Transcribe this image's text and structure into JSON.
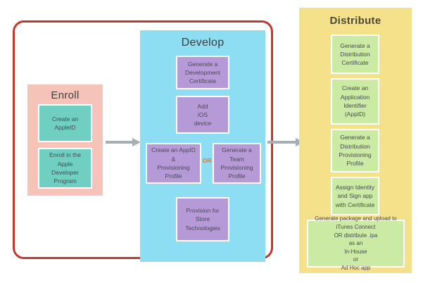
{
  "diagram": {
    "title": "iOS App Development and Distribution Workflow",
    "colors": {
      "frame_border": "#c0392b",
      "enroll_bg": "#f5c3b8",
      "develop_bg": "#8ddef2",
      "distribute_bg": "#f5e18a",
      "enroll_node": "#6fcfc0",
      "develop_node": "#b69ad8",
      "distribute_node": "#cbeaa3",
      "arrow": "#a6aeb5",
      "or_text": "#e8733c"
    }
  },
  "phases": {
    "enroll": {
      "title": "Enroll",
      "nodes": [
        {
          "id": "create-appleid",
          "label": "Create an\nAppleID"
        },
        {
          "id": "enroll-program",
          "label": "Enroll in the\nApple\nDeveloper\nProgram"
        }
      ]
    },
    "develop": {
      "title": "Develop",
      "or_label": "OR",
      "nodes": [
        {
          "id": "dev-certificate",
          "label": "Generate a\nDevelopment\nCertificate"
        },
        {
          "id": "add-device",
          "label": "Add\niOS\ndevice"
        },
        {
          "id": "create-appid",
          "label": "Create an AppID\n&\nProvisioning\nProfile"
        },
        {
          "id": "team-profile",
          "label": "Generate a\nTeam\nProvisioning\nProfile"
        },
        {
          "id": "store-tech",
          "label": "Provision for\nStore\nTechnologies"
        }
      ]
    },
    "distribute": {
      "title": "Distribute",
      "nodes": [
        {
          "id": "dist-certificate",
          "label": "Generate a\nDistribution\nCertificate"
        },
        {
          "id": "app-id",
          "label": "Create an\nApplication\nIdentifier\n(AppID)"
        },
        {
          "id": "dist-profile",
          "label": "Generate a\nDistribution\nProvisioning\nProfile"
        },
        {
          "id": "assign-identity",
          "label": "Assign Identity\nand Sign app\nwith Certificate"
        },
        {
          "id": "upload-package",
          "label": "Generate package and upload to\niTunes Connect\nOR distribute .ipa\nas an\nIn-House\nor\nAd Hoc app"
        }
      ]
    }
  },
  "arrows": [
    {
      "id": "enroll-to-develop",
      "from": "enroll",
      "to": "develop"
    },
    {
      "id": "develop-to-distribute",
      "from": "develop",
      "to": "distribute"
    }
  ]
}
